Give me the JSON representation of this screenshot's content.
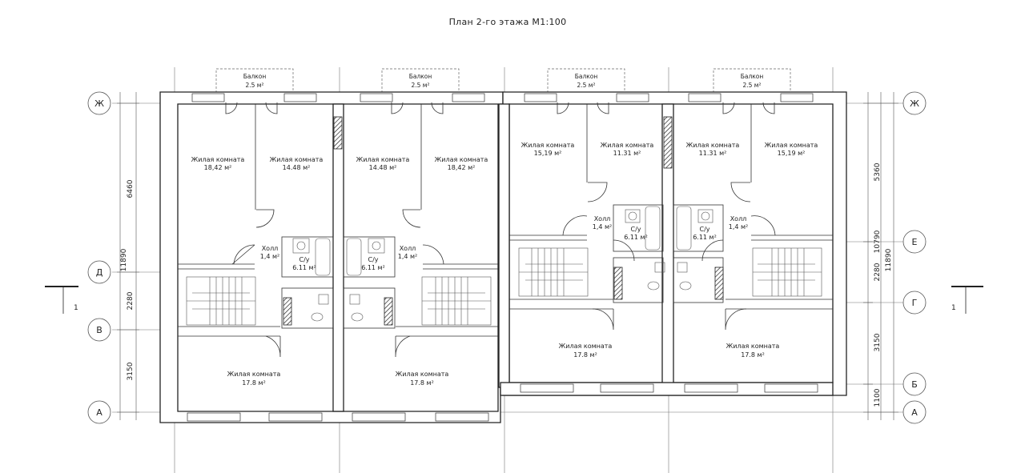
{
  "title": "План 2-го этажа М1:100",
  "axes": {
    "zh": "Ж",
    "e": "Е",
    "d": "Д",
    "g": "Г",
    "v": "В",
    "b": "Б",
    "a": "А"
  },
  "section_mark": "1",
  "dimensions": {
    "left_total": "11890",
    "left_top": "6460",
    "left_mid": "2280",
    "left_bottom": "3150",
    "right_total": "11890",
    "right_10790": "10790",
    "right_top": "5360",
    "right_mid": "2280",
    "right_low": "3150",
    "right_bottom": "1100"
  },
  "balcony": {
    "label": "Балкон",
    "area": "2.5 м²"
  },
  "rooms": {
    "living": "Жилая комната",
    "hall": "Холл",
    "bath": "С/у"
  },
  "areas": {
    "a1842": "18,42 м²",
    "a1448": "14.48 м²",
    "a178": "17.8 м²",
    "a1519": "15,19 м²",
    "a1131": "11.31 м²",
    "hall": "1,4 м²",
    "bath": "6.11 м²"
  }
}
